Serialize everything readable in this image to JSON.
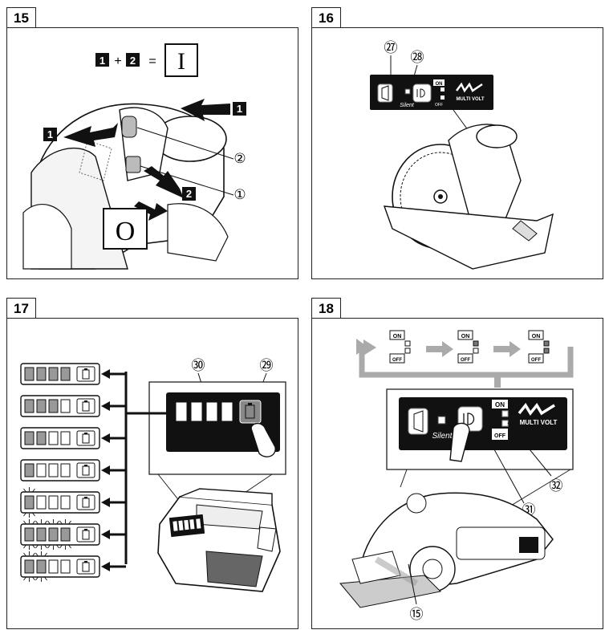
{
  "figures": [
    {
      "number": "15"
    },
    {
      "number": "16"
    },
    {
      "number": "17"
    },
    {
      "number": "18"
    }
  ],
  "fig15": {
    "key1": "1",
    "plus": "+",
    "key2": "2",
    "equals": "=",
    "on_symbol": "I",
    "off_symbol": "O",
    "callout_2": "②",
    "callout_1": "①"
  },
  "fig16": {
    "callout_27": "㉗",
    "callout_28": "㉘",
    "silent_label": "Silent",
    "on_label": "ON",
    "off_label": "OFF",
    "logo_text": "MULTI VOLT"
  },
  "fig17": {
    "callout_30": "㉚",
    "callout_29": "㉙",
    "levels": [
      {
        "filled": 4,
        "blink": false
      },
      {
        "filled": 3,
        "blink": false
      },
      {
        "filled": 2,
        "blink": false
      },
      {
        "filled": 1,
        "blink": false
      },
      {
        "filled": 1,
        "blink": true
      },
      {
        "filled": 4,
        "blink": true
      },
      {
        "filled": 2,
        "blink": true
      }
    ]
  },
  "fig18": {
    "step_on": "ON",
    "step_off": "OFF",
    "silent_label": "Silent",
    "on_label": "ON",
    "off_label": "OFF",
    "logo_text": "MULTI VOLT",
    "callout_31": "㉛",
    "callout_32": "㉜",
    "callout_15": "⑮"
  }
}
